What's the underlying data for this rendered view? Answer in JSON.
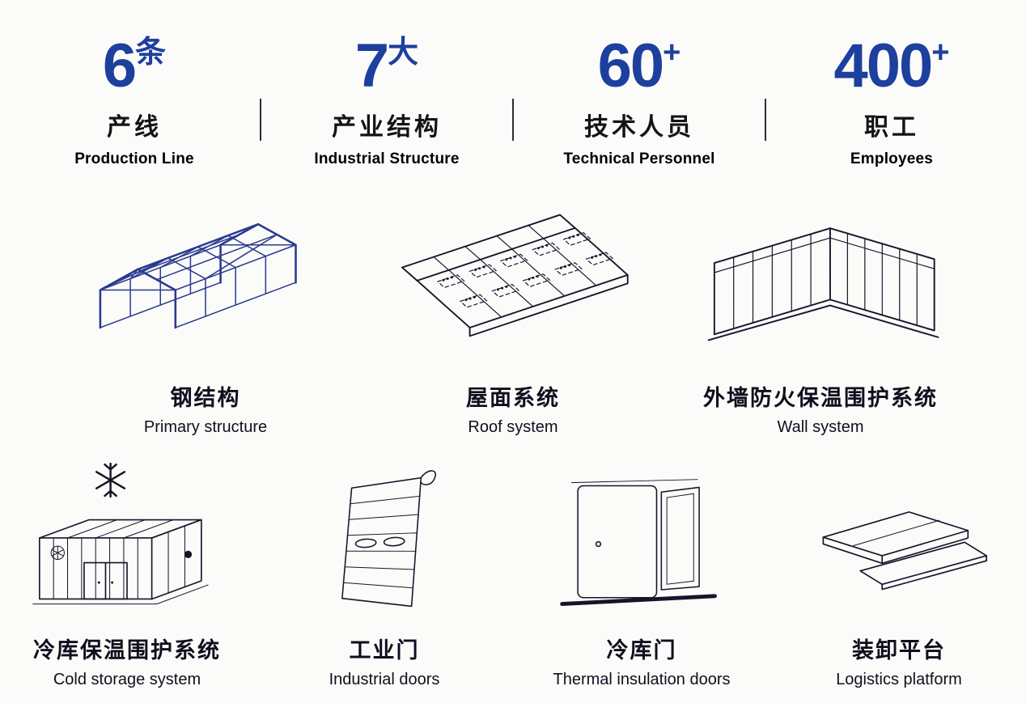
{
  "colors": {
    "accent": "#1d3f9e",
    "ink": "#15152a"
  },
  "stats": [
    {
      "number": "6",
      "suffix": "条",
      "zh": "产线",
      "en": "Production Line"
    },
    {
      "number": "7",
      "suffix": "大",
      "zh": "产业结构",
      "en": "Industrial Structure"
    },
    {
      "number": "60",
      "suffix": "+",
      "zh": "技术人员",
      "en": "Technical Personnel"
    },
    {
      "number": "400",
      "suffix": "+",
      "zh": "职工",
      "en": "Employees"
    }
  ],
  "products_row1": [
    {
      "zh": "钢结构",
      "en": "Primary structure",
      "icon": "steel-structure-icon"
    },
    {
      "zh": "屋面系统",
      "en": "Roof system",
      "icon": "roof-system-icon"
    },
    {
      "zh": "外墙防火保温围护系统",
      "en": "Wall system",
      "icon": "wall-system-icon"
    }
  ],
  "products_row2": [
    {
      "zh": "冷库保温围护系统",
      "en": "Cold storage system",
      "icon": "cold-storage-icon"
    },
    {
      "zh": "工业门",
      "en": "Industrial doors",
      "icon": "industrial-door-icon"
    },
    {
      "zh": "冷库门",
      "en": "Thermal insulation doors",
      "icon": "insulation-door-icon"
    },
    {
      "zh": "装卸平台",
      "en": "Logistics platform",
      "icon": "dock-leveler-icon"
    }
  ]
}
